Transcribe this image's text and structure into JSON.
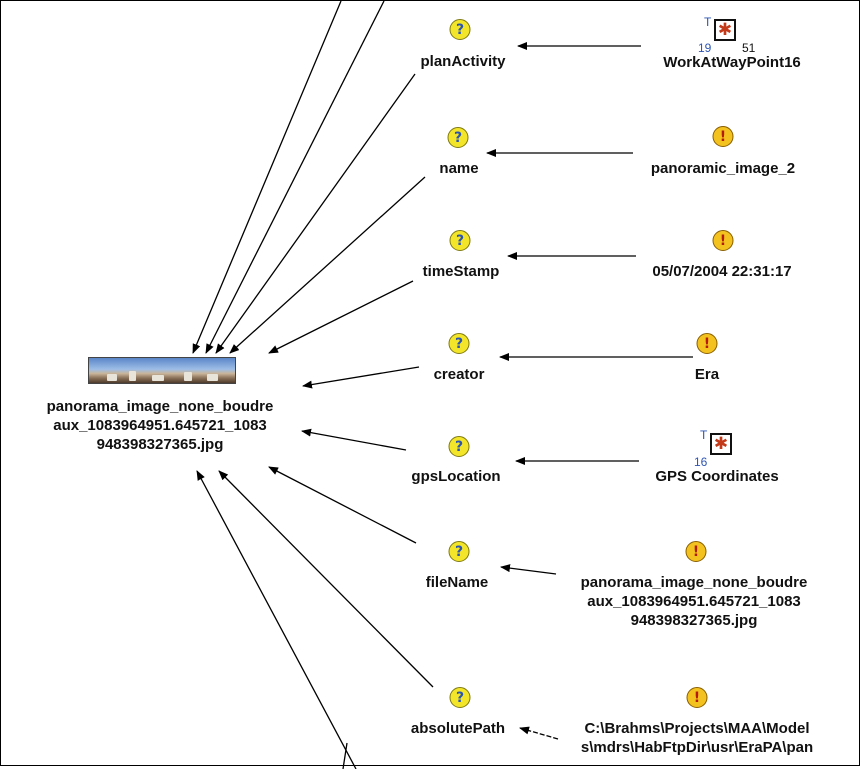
{
  "main_node": {
    "lines": [
      "panorama_image_none_boudre",
      "aux_1083964951.645721_1083",
      "948398327365.jpg"
    ]
  },
  "attributes": [
    {
      "id": "planActivity",
      "name": "planActivity",
      "value_kind": "object",
      "value_lines": [
        "WorkAtWayPoint16"
      ],
      "badge_t": "T",
      "badge_left": "19",
      "badge_right": "51"
    },
    {
      "id": "name",
      "name": "name",
      "value_kind": "literal",
      "value_lines": [
        "panoramic_image_2"
      ]
    },
    {
      "id": "timeStamp",
      "name": "timeStamp",
      "value_kind": "literal",
      "value_lines": [
        "05/07/2004 22:31:17"
      ]
    },
    {
      "id": "creator",
      "name": "creator",
      "value_kind": "literal",
      "value_lines": [
        "Era"
      ]
    },
    {
      "id": "gpsLocation",
      "name": "gpsLocation",
      "value_kind": "object",
      "value_lines": [
        "GPS Coordinates"
      ],
      "badge_t": "T",
      "badge_left": "16",
      "badge_right": ""
    },
    {
      "id": "fileName",
      "name": "fileName",
      "value_kind": "literal",
      "value_lines": [
        "panorama_image_none_boudre",
        "aux_1083964951.645721_1083",
        "948398327365.jpg"
      ]
    },
    {
      "id": "absolutePath",
      "name": "absolutePath",
      "value_kind": "literal",
      "value_lines": [
        "C:\\Brahms\\Projects\\MAA\\Model",
        "s\\mdrs\\HabFtpDir\\usr\\EraPA\\pan"
      ]
    }
  ],
  "icons": {
    "attribute": "question-icon",
    "literal_value": "exclamation-icon",
    "object_value": "object-icon"
  },
  "icon_glyphs": {
    "question": "?",
    "exclamation": "!",
    "object": "✱"
  },
  "colors": {
    "question_fill": "#f3e52a",
    "exclamation_fill": "#f3c21f",
    "exclamation_mark": "#b31c0c",
    "question_mark": "#2b55b0",
    "badge_number": "#2e55b5",
    "edge": "#000000"
  }
}
